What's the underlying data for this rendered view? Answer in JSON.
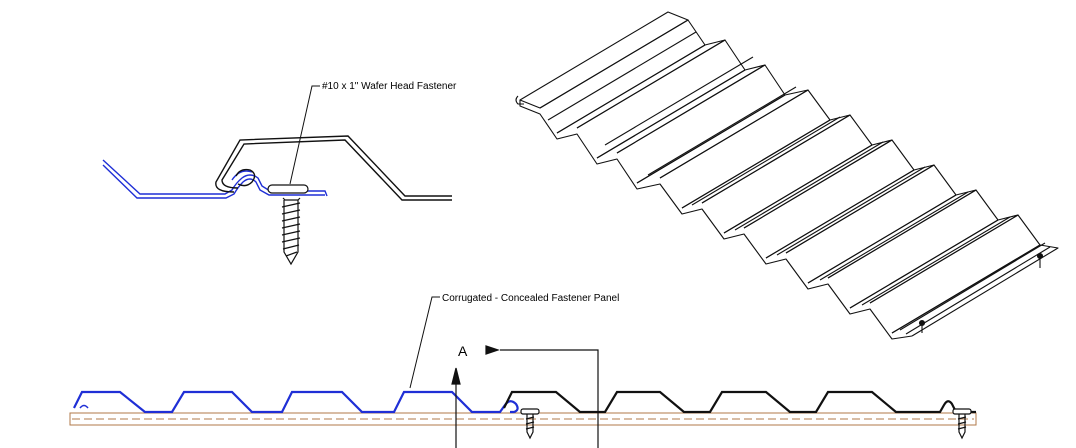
{
  "labels": {
    "fastener": "#10 x 1\" Wafer Head Fastener",
    "panel": "Corrugated - Concealed Fastener Panel",
    "section": "A"
  },
  "colors": {
    "panel_blue": "#1f2fd6",
    "panel_black": "#111111",
    "substrate": "#b07a4a",
    "background": "#ffffff"
  }
}
